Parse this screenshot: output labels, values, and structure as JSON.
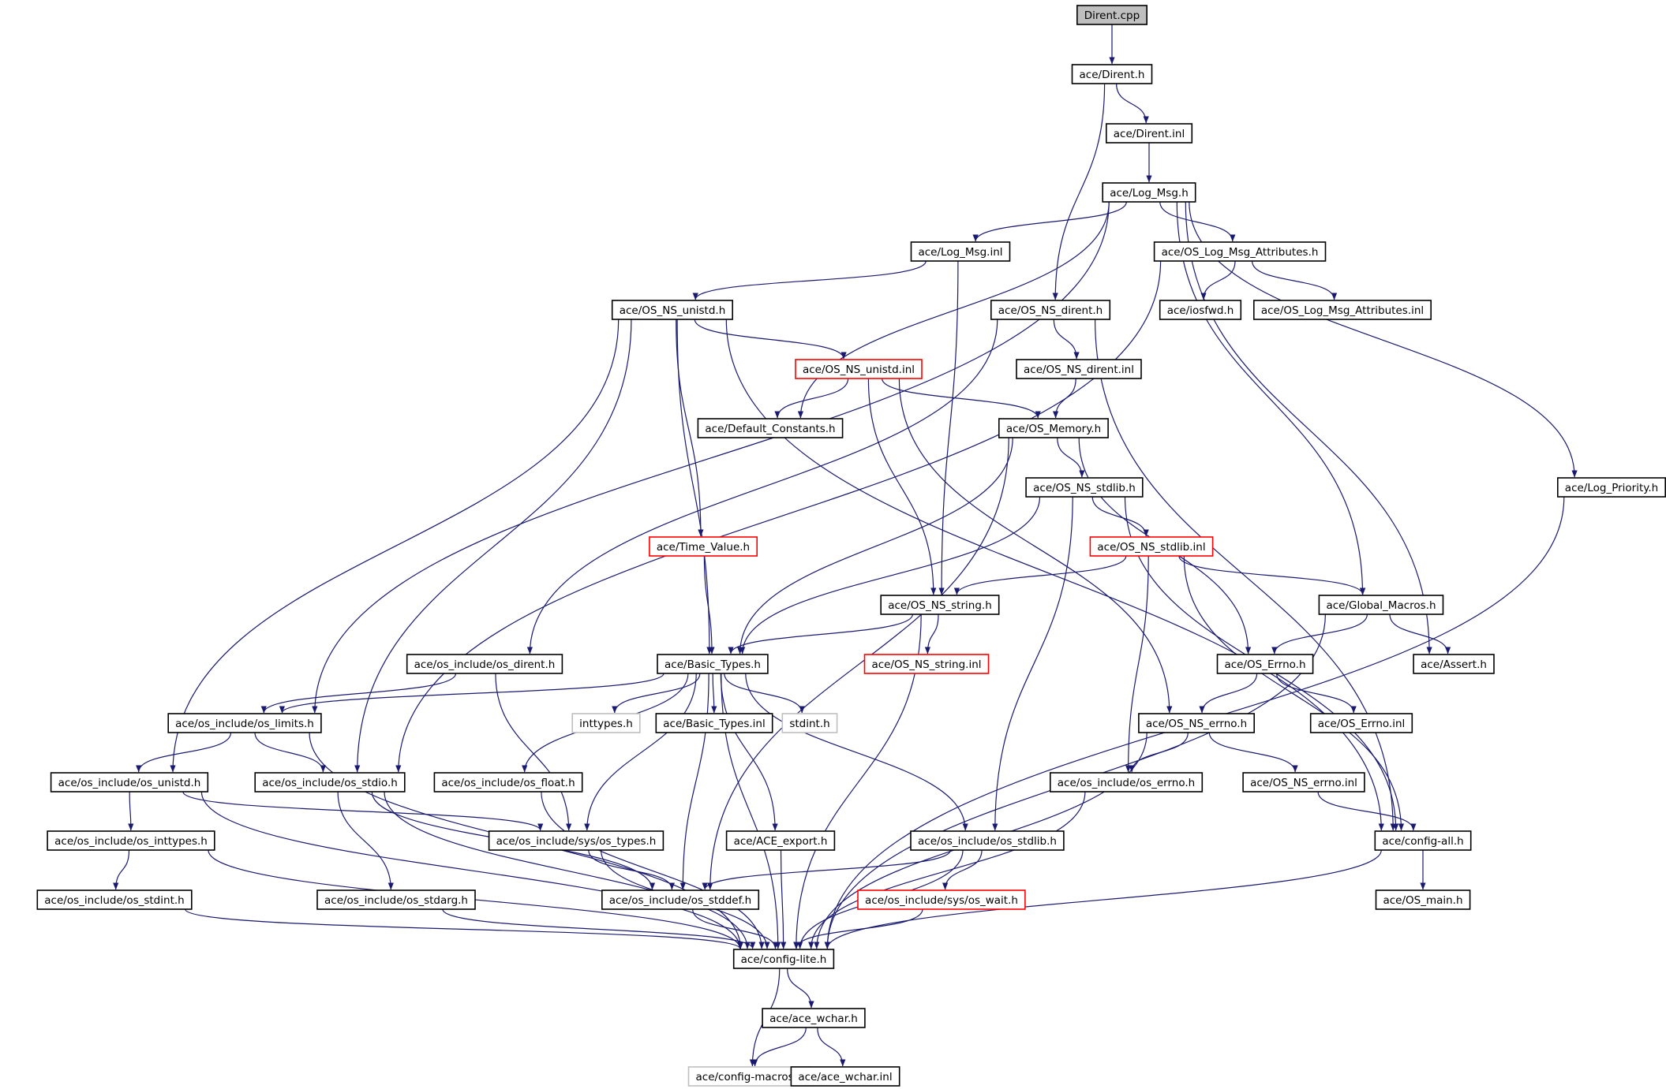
{
  "colors": {
    "edge": "#191970",
    "node_border": "#000000",
    "node_fill": "#ffffff",
    "root_fill": "#bfbfbf",
    "truncated_border": "#ff0000",
    "external_border": "#bfbfbf",
    "text": "#000000"
  },
  "nodes": [
    {
      "id": "dirent_cpp",
      "label": "Dirent.cpp",
      "kind": "root"
    },
    {
      "id": "dirent_h",
      "label": "ace/Dirent.h",
      "kind": "normal"
    },
    {
      "id": "dirent_inl",
      "label": "ace/Dirent.inl",
      "kind": "normal"
    },
    {
      "id": "log_msg_h",
      "label": "ace/Log_Msg.h",
      "kind": "normal"
    },
    {
      "id": "log_msg_inl",
      "label": "ace/Log_Msg.inl",
      "kind": "normal"
    },
    {
      "id": "os_log_msg_attr_h",
      "label": "ace/OS_Log_Msg_Attributes.h",
      "kind": "normal"
    },
    {
      "id": "os_ns_unistd_h",
      "label": "ace/OS_NS_unistd.h",
      "kind": "normal"
    },
    {
      "id": "os_ns_dirent_h",
      "label": "ace/OS_NS_dirent.h",
      "kind": "normal"
    },
    {
      "id": "iosfwd_h",
      "label": "ace/iosfwd.h",
      "kind": "normal"
    },
    {
      "id": "os_log_msg_attr_inl",
      "label": "ace/OS_Log_Msg_Attributes.inl",
      "kind": "normal"
    },
    {
      "id": "os_ns_unistd_inl",
      "label": "ace/OS_NS_unistd.inl",
      "kind": "truncated"
    },
    {
      "id": "os_ns_dirent_inl",
      "label": "ace/OS_NS_dirent.inl",
      "kind": "normal"
    },
    {
      "id": "default_constants_h",
      "label": "ace/Default_Constants.h",
      "kind": "normal"
    },
    {
      "id": "os_memory_h",
      "label": "ace/OS_Memory.h",
      "kind": "normal"
    },
    {
      "id": "os_ns_stdlib_h",
      "label": "ace/OS_NS_stdlib.h",
      "kind": "normal"
    },
    {
      "id": "log_priority_h",
      "label": "ace/Log_Priority.h",
      "kind": "normal"
    },
    {
      "id": "time_value_h",
      "label": "ace/Time_Value.h",
      "kind": "truncated"
    },
    {
      "id": "os_ns_stdlib_inl",
      "label": "ace/OS_NS_stdlib.inl",
      "kind": "truncated"
    },
    {
      "id": "os_ns_string_h",
      "label": "ace/OS_NS_string.h",
      "kind": "normal"
    },
    {
      "id": "global_macros_h",
      "label": "ace/Global_Macros.h",
      "kind": "normal"
    },
    {
      "id": "oi_os_dirent_h",
      "label": "ace/os_include/os_dirent.h",
      "kind": "normal"
    },
    {
      "id": "basic_types_h",
      "label": "ace/Basic_Types.h",
      "kind": "normal"
    },
    {
      "id": "os_ns_string_inl",
      "label": "ace/OS_NS_string.inl",
      "kind": "truncated"
    },
    {
      "id": "os_errno_h",
      "label": "ace/OS_Errno.h",
      "kind": "normal"
    },
    {
      "id": "assert_h",
      "label": "ace/Assert.h",
      "kind": "normal"
    },
    {
      "id": "oi_os_limits_h",
      "label": "ace/os_include/os_limits.h",
      "kind": "normal"
    },
    {
      "id": "inttypes_h",
      "label": "inttypes.h",
      "kind": "external"
    },
    {
      "id": "basic_types_inl",
      "label": "ace/Basic_Types.inl",
      "kind": "normal"
    },
    {
      "id": "stdint_h",
      "label": "stdint.h",
      "kind": "external"
    },
    {
      "id": "os_ns_errno_h",
      "label": "ace/OS_NS_errno.h",
      "kind": "normal"
    },
    {
      "id": "os_errno_inl",
      "label": "ace/OS_Errno.inl",
      "kind": "normal"
    },
    {
      "id": "oi_os_unistd_h",
      "label": "ace/os_include/os_unistd.h",
      "kind": "normal"
    },
    {
      "id": "oi_os_stdio_h",
      "label": "ace/os_include/os_stdio.h",
      "kind": "normal"
    },
    {
      "id": "oi_os_float_h",
      "label": "ace/os_include/os_float.h",
      "kind": "normal"
    },
    {
      "id": "oi_os_errno_h",
      "label": "ace/os_include/os_errno.h",
      "kind": "normal"
    },
    {
      "id": "os_ns_errno_inl",
      "label": "ace/OS_NS_errno.inl",
      "kind": "normal"
    },
    {
      "id": "oi_os_inttypes_h",
      "label": "ace/os_include/os_inttypes.h",
      "kind": "normal"
    },
    {
      "id": "oi_sys_os_types_h",
      "label": "ace/os_include/sys/os_types.h",
      "kind": "normal"
    },
    {
      "id": "ace_export_h",
      "label": "ace/ACE_export.h",
      "kind": "normal"
    },
    {
      "id": "oi_os_stdlib_h",
      "label": "ace/os_include/os_stdlib.h",
      "kind": "normal"
    },
    {
      "id": "config_all_h",
      "label": "ace/config-all.h",
      "kind": "normal"
    },
    {
      "id": "oi_os_stdint_h",
      "label": "ace/os_include/os_stdint.h",
      "kind": "normal"
    },
    {
      "id": "oi_os_stdarg_h",
      "label": "ace/os_include/os_stdarg.h",
      "kind": "normal"
    },
    {
      "id": "oi_os_stddef_h",
      "label": "ace/os_include/os_stddef.h",
      "kind": "normal"
    },
    {
      "id": "oi_sys_os_wait_h",
      "label": "ace/os_include/sys/os_wait.h",
      "kind": "truncated"
    },
    {
      "id": "os_main_h",
      "label": "ace/OS_main.h",
      "kind": "normal"
    },
    {
      "id": "config_lite_h",
      "label": "ace/config-lite.h",
      "kind": "normal"
    },
    {
      "id": "ace_wchar_h",
      "label": "ace/ace_wchar.h",
      "kind": "normal"
    },
    {
      "id": "config_macros_h",
      "label": "ace/config-macros.h",
      "kind": "external"
    },
    {
      "id": "ace_wchar_inl",
      "label": "ace/ace_wchar.inl",
      "kind": "normal"
    }
  ],
  "edges": [
    [
      "dirent_cpp",
      "dirent_h"
    ],
    [
      "dirent_h",
      "dirent_inl"
    ],
    [
      "dirent_h",
      "os_ns_dirent_h"
    ],
    [
      "dirent_inl",
      "log_msg_h"
    ],
    [
      "log_msg_h",
      "log_msg_inl"
    ],
    [
      "log_msg_h",
      "os_log_msg_attr_h"
    ],
    [
      "log_msg_h",
      "oi_os_limits_h"
    ],
    [
      "log_msg_h",
      "default_constants_h"
    ],
    [
      "log_msg_h",
      "global_macros_h"
    ],
    [
      "log_msg_h",
      "assert_h"
    ],
    [
      "log_msg_h",
      "log_priority_h"
    ],
    [
      "log_msg_inl",
      "os_ns_unistd_h"
    ],
    [
      "log_msg_inl",
      "os_ns_string_h"
    ],
    [
      "os_log_msg_attr_h",
      "iosfwd_h"
    ],
    [
      "os_log_msg_attr_h",
      "os_log_msg_attr_inl"
    ],
    [
      "os_log_msg_attr_h",
      "oi_os_stdio_h"
    ],
    [
      "os_ns_unistd_h",
      "os_ns_unistd_inl"
    ],
    [
      "os_ns_unistd_h",
      "time_value_h"
    ],
    [
      "os_ns_unistd_h",
      "basic_types_h"
    ],
    [
      "os_ns_unistd_h",
      "oi_os_unistd_h"
    ],
    [
      "os_ns_unistd_h",
      "oi_os_stdio_h"
    ],
    [
      "os_ns_unistd_h",
      "config_all_h"
    ],
    [
      "os_ns_dirent_h",
      "os_ns_dirent_inl"
    ],
    [
      "os_ns_dirent_h",
      "oi_os_dirent_h"
    ],
    [
      "os_ns_dirent_h",
      "config_all_h"
    ],
    [
      "os_ns_unistd_inl",
      "default_constants_h"
    ],
    [
      "os_ns_unistd_inl",
      "os_memory_h"
    ],
    [
      "os_ns_unistd_inl",
      "os_ns_string_h"
    ],
    [
      "os_ns_unistd_inl",
      "os_ns_errno_h"
    ],
    [
      "os_ns_dirent_inl",
      "os_memory_h"
    ],
    [
      "os_memory_h",
      "os_ns_stdlib_h"
    ],
    [
      "os_memory_h",
      "basic_types_h"
    ],
    [
      "os_memory_h",
      "os_errno_h"
    ],
    [
      "os_memory_h",
      "oi_os_stddef_h"
    ],
    [
      "os_ns_stdlib_h",
      "os_ns_stdlib_inl"
    ],
    [
      "os_ns_stdlib_h",
      "basic_types_h"
    ],
    [
      "os_ns_stdlib_h",
      "oi_os_stdlib_h"
    ],
    [
      "os_ns_stdlib_h",
      "config_all_h"
    ],
    [
      "log_priority_h",
      "config_lite_h"
    ],
    [
      "time_value_h",
      "basic_types_h"
    ],
    [
      "os_ns_stdlib_inl",
      "os_ns_string_h"
    ],
    [
      "os_ns_stdlib_inl",
      "global_macros_h"
    ],
    [
      "os_ns_stdlib_inl",
      "oi_os_errno_h"
    ],
    [
      "os_ns_stdlib_inl",
      "config_all_h"
    ],
    [
      "os_ns_string_h",
      "basic_types_h"
    ],
    [
      "os_ns_string_h",
      "os_ns_string_inl"
    ],
    [
      "os_ns_string_h",
      "config_lite_h"
    ],
    [
      "global_macros_h",
      "os_errno_h"
    ],
    [
      "global_macros_h",
      "assert_h"
    ],
    [
      "global_macros_h",
      "config_lite_h"
    ],
    [
      "oi_os_dirent_h",
      "oi_os_limits_h"
    ],
    [
      "oi_os_dirent_h",
      "oi_sys_os_types_h"
    ],
    [
      "basic_types_h",
      "oi_os_limits_h"
    ],
    [
      "basic_types_h",
      "inttypes_h"
    ],
    [
      "basic_types_h",
      "basic_types_inl"
    ],
    [
      "basic_types_h",
      "stdint_h"
    ],
    [
      "basic_types_h",
      "oi_os_float_h"
    ],
    [
      "basic_types_h",
      "oi_sys_os_types_h"
    ],
    [
      "basic_types_h",
      "ace_export_h"
    ],
    [
      "basic_types_h",
      "oi_os_stdlib_h"
    ],
    [
      "basic_types_h",
      "oi_os_stddef_h"
    ],
    [
      "basic_types_h",
      "config_lite_h"
    ],
    [
      "os_errno_h",
      "os_ns_errno_h"
    ],
    [
      "os_errno_h",
      "os_errno_inl"
    ],
    [
      "oi_os_limits_h",
      "oi_os_unistd_h"
    ],
    [
      "oi_os_limits_h",
      "oi_os_stdio_h"
    ],
    [
      "oi_os_limits_h",
      "config_lite_h"
    ],
    [
      "os_ns_errno_h",
      "oi_os_errno_h"
    ],
    [
      "os_ns_errno_h",
      "os_ns_errno_inl"
    ],
    [
      "os_ns_errno_h",
      "config_lite_h"
    ],
    [
      "oi_os_unistd_h",
      "oi_os_inttypes_h"
    ],
    [
      "oi_os_unistd_h",
      "oi_sys_os_types_h"
    ],
    [
      "oi_os_unistd_h",
      "config_lite_h"
    ],
    [
      "oi_os_stdio_h",
      "oi_os_stdarg_h"
    ],
    [
      "oi_os_stdio_h",
      "oi_os_stddef_h"
    ],
    [
      "oi_os_stdio_h",
      "config_lite_h"
    ],
    [
      "oi_os_float_h",
      "config_lite_h"
    ],
    [
      "oi_os_errno_h",
      "config_lite_h"
    ],
    [
      "os_ns_errno_inl",
      "config_all_h"
    ],
    [
      "oi_os_inttypes_h",
      "oi_os_stdint_h"
    ],
    [
      "oi_os_inttypes_h",
      "config_lite_h"
    ],
    [
      "oi_sys_os_types_h",
      "oi_os_stddef_h"
    ],
    [
      "oi_sys_os_types_h",
      "config_lite_h"
    ],
    [
      "ace_export_h",
      "config_lite_h"
    ],
    [
      "oi_os_stdlib_h",
      "oi_os_stddef_h"
    ],
    [
      "oi_os_stdlib_h",
      "oi_sys_os_wait_h"
    ],
    [
      "oi_os_stdlib_h",
      "config_lite_h"
    ],
    [
      "config_all_h",
      "os_main_h"
    ],
    [
      "config_all_h",
      "config_lite_h"
    ],
    [
      "oi_os_stdint_h",
      "config_lite_h"
    ],
    [
      "oi_os_stdarg_h",
      "config_lite_h"
    ],
    [
      "oi_os_stddef_h",
      "config_lite_h"
    ],
    [
      "oi_sys_os_wait_h",
      "config_lite_h"
    ],
    [
      "config_lite_h",
      "ace_wchar_h"
    ],
    [
      "config_lite_h",
      "config_macros_h"
    ],
    [
      "ace_wchar_h",
      "config_macros_h"
    ],
    [
      "ace_wchar_h",
      "ace_wchar_inl"
    ]
  ]
}
